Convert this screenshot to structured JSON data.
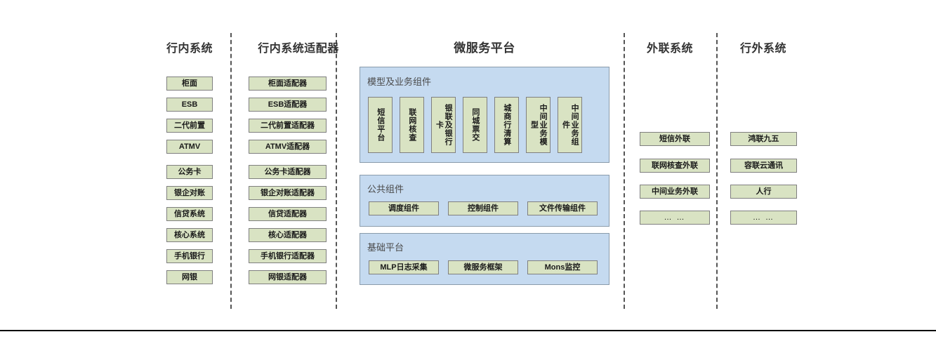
{
  "diagram": {
    "columns": [
      {
        "id": "internal-systems",
        "title": "行内系统",
        "items": [
          {
            "label": "柜面"
          },
          {
            "label": "ESB"
          },
          {
            "label": "二代前置"
          },
          {
            "label": "ATMV"
          },
          {
            "label": "公务卡"
          },
          {
            "label": "银企对账"
          },
          {
            "label": "信贷系统"
          },
          {
            "label": "核心系统"
          },
          {
            "label": "手机银行"
          },
          {
            "label": "网银"
          }
        ]
      },
      {
        "id": "internal-system-adapters",
        "title": "行内系统适配器",
        "items": [
          {
            "label": "柜面适配器"
          },
          {
            "label": "ESB适配器"
          },
          {
            "label": "二代前置适配器"
          },
          {
            "label": "ATMV适配器"
          },
          {
            "label": "公务卡适配器"
          },
          {
            "label": "银企对账适配器"
          },
          {
            "label": "信贷适配器"
          },
          {
            "label": "核心适配器"
          },
          {
            "label": "手机银行适配器"
          },
          {
            "label": "网银适配器"
          }
        ]
      },
      {
        "id": "microservice-platform",
        "title": "微服务平台",
        "panels": [
          {
            "id": "model-business-components",
            "title": "模型及业务组件",
            "orientation": "vertical",
            "items": [
              {
                "label": "短信平台"
              },
              {
                "label": "联网核查"
              },
              {
                "label": "银联及银行卡"
              },
              {
                "label": "同城票交"
              },
              {
                "label": "城商行清算"
              },
              {
                "label": "中间业务模型"
              },
              {
                "label": "中间业务组件"
              }
            ]
          },
          {
            "id": "public-components",
            "title": "公共组件",
            "orientation": "horizontal",
            "items": [
              {
                "label": "调度组件"
              },
              {
                "label": "控制组件"
              },
              {
                "label": "文件传输组件"
              }
            ]
          },
          {
            "id": "base-platform",
            "title": "基础平台",
            "orientation": "horizontal",
            "items": [
              {
                "label": "MLP日志采集"
              },
              {
                "label": "微服务框架"
              },
              {
                "label": "Mons监控"
              }
            ]
          }
        ]
      },
      {
        "id": "external-link-systems",
        "title": "外联系统",
        "items": [
          {
            "label": "短信外联"
          },
          {
            "label": "联网核查外联"
          },
          {
            "label": "中间业务外联"
          },
          {
            "label": "… …"
          }
        ]
      },
      {
        "id": "outside-bank-systems",
        "title": "行外系统",
        "items": [
          {
            "label": "鸿联九五"
          },
          {
            "label": "容联云通讯"
          },
          {
            "label": "人行"
          },
          {
            "label": "… …"
          }
        ]
      }
    ]
  },
  "colors": {
    "node_fill": "#d9e3c3",
    "node_border": "#7f7f7f",
    "panel_fill": "#c5daf0",
    "panel_border": "#8a9bab",
    "divider": "#555555",
    "title_text": "#333333",
    "panel_title_text": "#4a4a4a"
  }
}
